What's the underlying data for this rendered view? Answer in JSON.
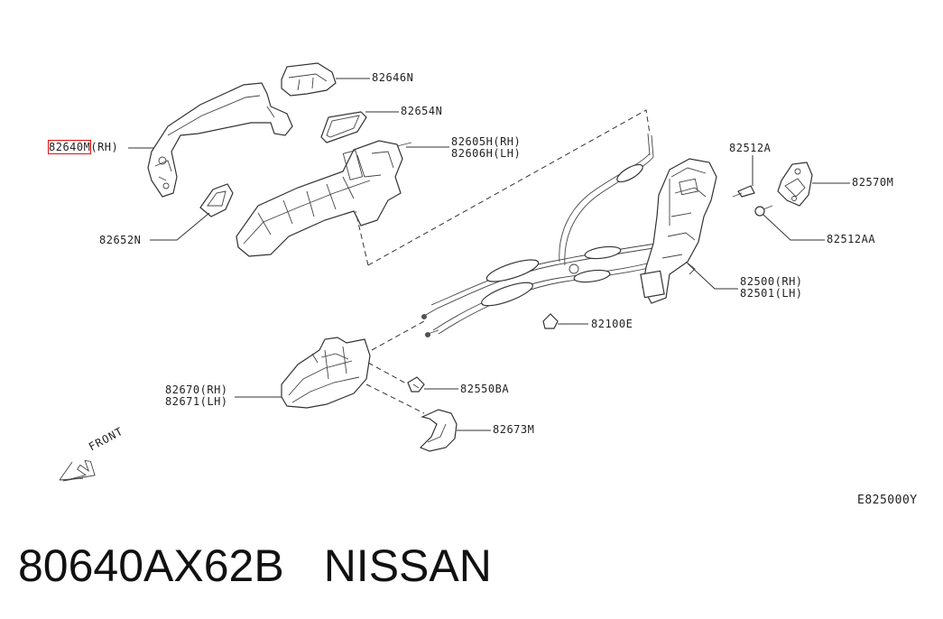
{
  "callouts": {
    "c82646n": [
      "82646N"
    ],
    "c82654n": [
      "82654N"
    ],
    "c82640m": [
      "82640M",
      "(RH)"
    ],
    "c82605h": [
      "82605H(RH)",
      "82606H(LH)"
    ],
    "c82652n": [
      "82652N"
    ],
    "c82512a": [
      "82512A"
    ],
    "c82570m": [
      "82570M"
    ],
    "c82512aa": [
      "82512AA"
    ],
    "c82500": [
      "82500(RH)",
      "82501(LH)"
    ],
    "c82100e": [
      "82100E"
    ],
    "c82670": [
      "82670(RH)",
      "82671(LH)"
    ],
    "c82550ba": [
      "82550BA"
    ],
    "c82673m": [
      "82673M"
    ]
  },
  "front_label": "FRONT",
  "figure_code": "E825000Y",
  "footer": {
    "part_number": "80640AX62B",
    "brand": "NISSAN"
  },
  "highlight_color": "#e01010"
}
